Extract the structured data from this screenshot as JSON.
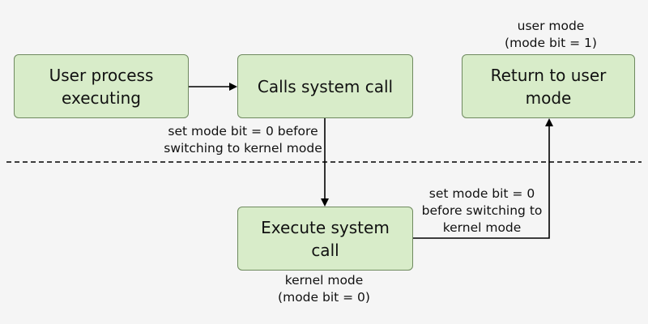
{
  "diagram": {
    "nodes": {
      "user_process": "User process executing",
      "calls_system": "Calls system call",
      "return_user": "Return to user mode",
      "execute": "Execute system call"
    },
    "labels": {
      "user_mode": "user mode\n(mode bit = 1)",
      "set_before_switch": "set mode bit = 0 before\nswitching to kernel mode",
      "set_after_execute": "set mode bit = 0\nbefore switching to\nkernel mode",
      "kernel_mode": "kernel mode\n(mode bit = 0)"
    },
    "colors": {
      "box_fill": "#d8ecc9",
      "box_border": "#6f8a5f",
      "line": "#000000"
    }
  }
}
